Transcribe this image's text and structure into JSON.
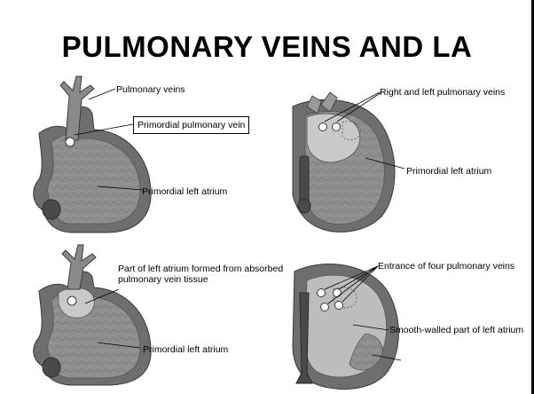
{
  "slide": {
    "title": "PULMONARY VEINS AND LA"
  },
  "panels": [
    {
      "labels": {
        "pulmonary_veins": "Pulmonary veins",
        "primordial_pulmonary_vein": "Primordial pulmonary vein",
        "primordial_left_atrium": "Primordial left atrium"
      }
    },
    {
      "labels": {
        "right_left_pulmonary_veins": "Right and left pulmonary veins",
        "primordial_left_atrium": "Primordial left atrium"
      }
    },
    {
      "labels": {
        "absorbed_tissue": "Part of left atrium formed from absorbed pulmonary vein tissue",
        "primordial_left_atrium": "Primordial left atrium"
      }
    },
    {
      "labels": {
        "four_veins": "Entrance of four pulmonary veins",
        "smooth_walled": "Smooth-walled part of left atrium"
      }
    }
  ],
  "colors": {
    "wall_dark": "#6e6e6e",
    "atrium_fill": "#8f8f8f",
    "smooth_fill": "#bdbdbd",
    "pale_fill": "#c9c9c9",
    "outline": "#3a3a3a"
  }
}
